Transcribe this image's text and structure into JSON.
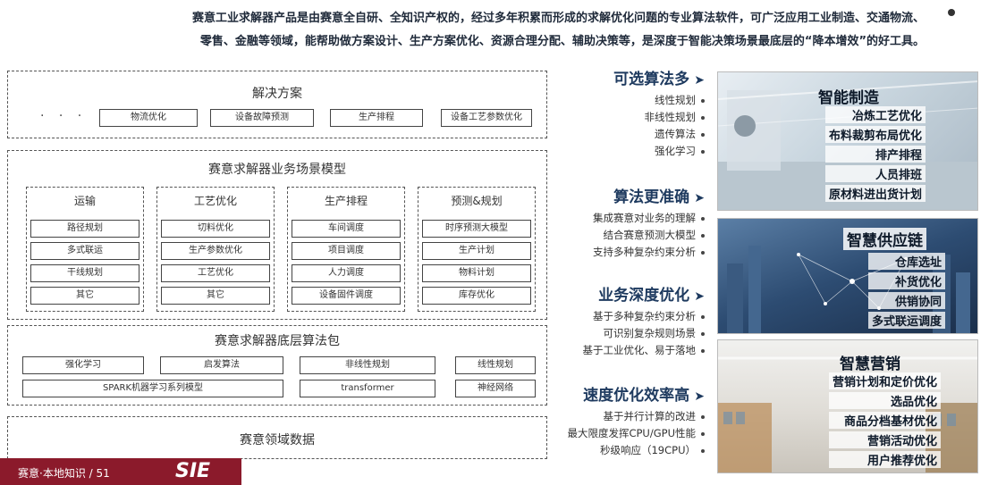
{
  "intro": {
    "line1": "赛意工业求解器产品是由赛意全自研、全知识产权的，经过多年积累而形成的求解优化问题的专业算法软件，可广泛应用工业制造、交通物流、",
    "line2": "零售、金融等领域，能帮助做方案设计、生产方案优化、资源合理分配、辅助决策等，是深度于智能决策场景最底层的“降本增效”的好工具。"
  },
  "diagram": {
    "solution": {
      "title": "解决方案",
      "items": [
        "设备工艺参数优化",
        "生产排程",
        "设备故障预测",
        "物流优化"
      ],
      "more": "· · ·"
    },
    "scenario": {
      "title": "赛意求解器业务场景模型",
      "groups": [
        {
          "title": "预测&规划",
          "items": [
            "时序预测大模型",
            "生产计划",
            "物料计划",
            "库存优化"
          ]
        },
        {
          "title": "生产排程",
          "items": [
            "车间调度",
            "项目调度",
            "人力调度",
            "设备固件调度"
          ]
        },
        {
          "title": "工艺优化",
          "items": [
            "切料优化",
            "生产参数优化",
            "工艺优化",
            "其它"
          ]
        },
        {
          "title": "运输",
          "items": [
            "路径规划",
            "多式联运",
            "干线规划",
            "其它"
          ]
        }
      ]
    },
    "algorithm": {
      "title": "赛意求解器底层算法包",
      "row1": [
        "线性规划",
        "非线性规划",
        "启发算法",
        "强化学习"
      ],
      "row2": [
        "神经网络",
        "transformer",
        "SPARK机器学习系列模型"
      ]
    },
    "data": {
      "title": "赛意领域数据"
    }
  },
  "middle": [
    {
      "heading": "可选算法多",
      "items": [
        "线性规划",
        "非线性规划",
        "遗传算法",
        "强化学习"
      ]
    },
    {
      "heading": "算法更准确",
      "items": [
        "集成赛意对业务的理解",
        "结合赛意预测大模型",
        "支持多种复杂约束分析"
      ]
    },
    {
      "heading": "业务深度优化",
      "items": [
        "基于多种复杂约束分析",
        "可识别复杂规则场景",
        "基于工业优化、易于落地"
      ]
    },
    {
      "heading": "速度优化效率高",
      "items": [
        "基于并行计算的改进",
        "最大限度发挥CPU/GPU性能",
        "秒级响应（19CPU）"
      ]
    }
  ],
  "panels": [
    {
      "title": "智能制造",
      "items": [
        "冶炼工艺优化",
        "布料裁剪布局优化",
        "排产排程",
        "人员排班",
        "原材料进出货计划"
      ]
    },
    {
      "title": "智慧供应链",
      "items": [
        "仓库选址",
        "补货优化",
        "供销协同",
        "多式联运调度"
      ]
    },
    {
      "title": "智慧营销",
      "items": [
        "营销计划和定价优化",
        "选品优化",
        "商品分档基材优化",
        "营销活动优化",
        "用户推荐优化"
      ]
    }
  ],
  "banner": {
    "brand": "SIE",
    "text": "赛意·本地知识 / 51"
  },
  "colors": {
    "accent": "#1e3a5f",
    "banner": "#8b1a2b"
  }
}
